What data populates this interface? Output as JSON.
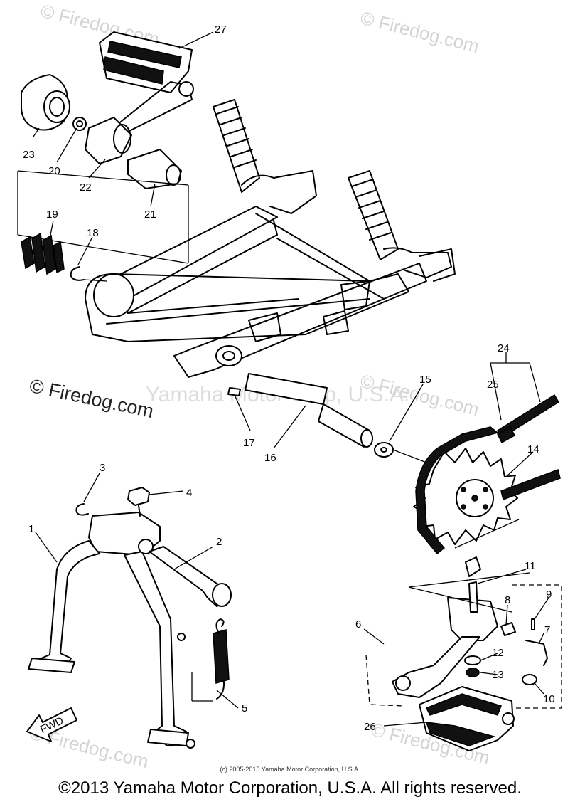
{
  "watermarks": {
    "firedog": "© Firedog.com",
    "center": "Yamaha Motor Corp, U.S.A."
  },
  "callouts": [
    "1",
    "2",
    "3",
    "4",
    "5",
    "6",
    "7",
    "8",
    "9",
    "10",
    "11",
    "12",
    "13",
    "14",
    "15",
    "16",
    "17",
    "18",
    "19",
    "20",
    "21",
    "22",
    "23",
    "24",
    "25",
    "26",
    "27"
  ],
  "fwd_label": "FWD",
  "footer": {
    "small_copyright": "(c) 2005-2015 Yamaha Motor Corporation, U.S.A.",
    "copyright": "©2013 Yamaha Motor Corporation, U.S.A. All rights reserved."
  }
}
